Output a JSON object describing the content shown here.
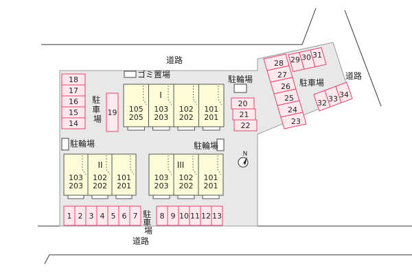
{
  "roads": {
    "top": "道路",
    "right": "道路",
    "bottom": "道路"
  },
  "facilities": {
    "garbage": "ゴミ置場",
    "bike_right": "駐輪場",
    "bike_left": "駐輪場",
    "bike_mid": "駐輪場"
  },
  "parking_labels": {
    "left": "駐\n車\n場",
    "right": "駐車場",
    "bottom": "駐\n車\n場"
  },
  "parking_spaces": {
    "left_column": [
      "18",
      "17",
      "16",
      "15",
      "14"
    ],
    "single": "19",
    "diagonal": [
      "28",
      "27",
      "26",
      "25",
      "24",
      "23"
    ],
    "top_right": [
      "29",
      "30",
      "31"
    ],
    "right_row": [
      "32",
      "33",
      "34"
    ],
    "small_column": [
      "20",
      "21",
      "22"
    ],
    "bottom_left": [
      "1",
      "2",
      "3",
      "4",
      "5",
      "6",
      "7"
    ],
    "bottom_right": [
      "8",
      "9",
      "10",
      "11",
      "12",
      "13"
    ]
  },
  "buildings": {
    "b1": {
      "label": "I",
      "units": [
        {
          "upper": "105",
          "lower": "205"
        },
        {
          "upper": "103",
          "lower": "203"
        },
        {
          "upper": "102",
          "lower": "202"
        },
        {
          "upper": "101",
          "lower": "201"
        }
      ]
    },
    "b2": {
      "label": "II",
      "units": [
        {
          "upper": "103",
          "lower": "203"
        },
        {
          "upper": "102",
          "lower": "202"
        },
        {
          "upper": "101",
          "lower": "201"
        }
      ]
    },
    "b3": {
      "label": "III",
      "units": [
        {
          "upper": "103",
          "lower": "203"
        },
        {
          "upper": "102",
          "lower": "202"
        },
        {
          "upper": "101",
          "lower": "201"
        }
      ]
    }
  },
  "compass": {
    "north_label": "N",
    "icon": "north-arrow-icon"
  }
}
